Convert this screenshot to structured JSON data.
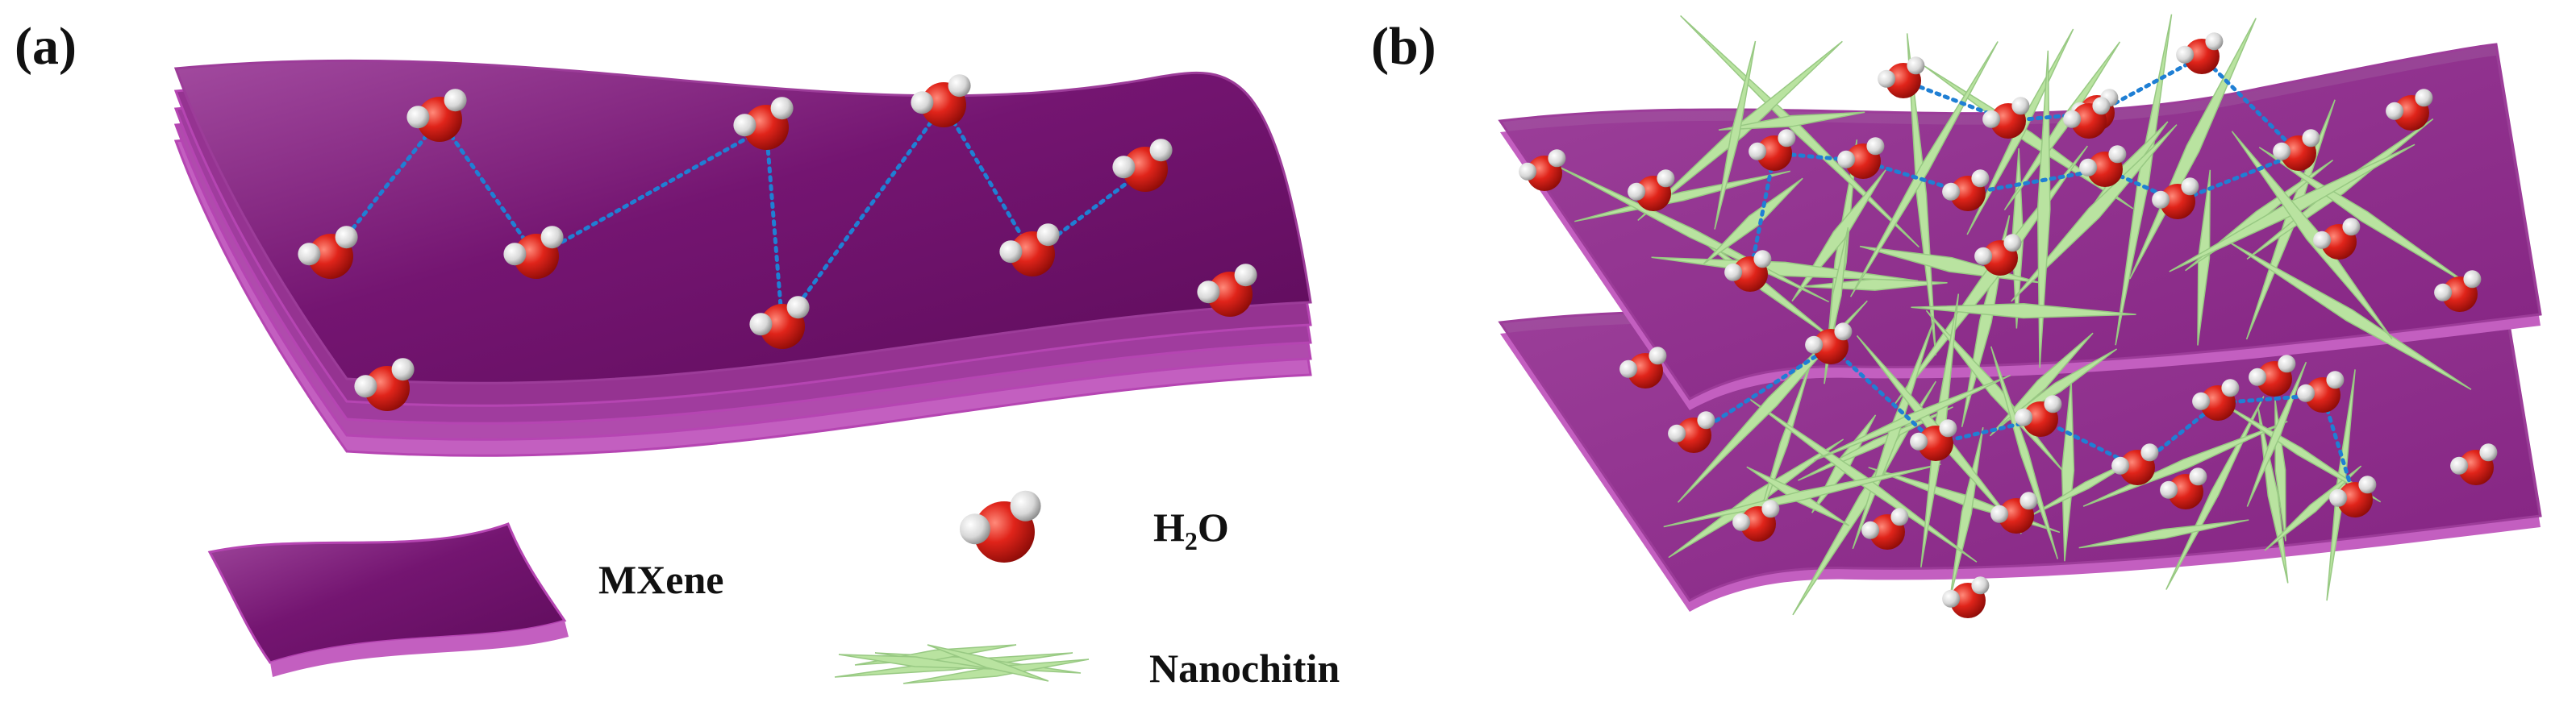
{
  "panels": {
    "a": {
      "label": "(a)"
    },
    "b": {
      "label": "(b)"
    }
  },
  "legend": {
    "mxene": "MXene",
    "water_prefix": "H",
    "water_subscript": "2",
    "water_suffix": "O",
    "nanochitin": "Nanochitin"
  },
  "colors": {
    "mxene_face": "#7a1a78",
    "mxene_edge": "#b545b2",
    "oxygen": "#d41a14",
    "hydrogen": "#e8e8e8",
    "hbond": "#1f7fd4",
    "nanochitin": "#b9e3a0"
  }
}
